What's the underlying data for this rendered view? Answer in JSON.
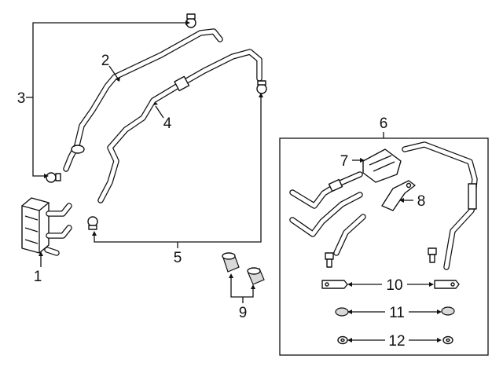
{
  "diagram": {
    "callouts": [
      {
        "id": "1",
        "label": "1"
      },
      {
        "id": "2",
        "label": "2"
      },
      {
        "id": "3",
        "label": "3"
      },
      {
        "id": "4",
        "label": "4"
      },
      {
        "id": "5",
        "label": "5"
      },
      {
        "id": "6",
        "label": "6"
      },
      {
        "id": "7",
        "label": "7"
      },
      {
        "id": "8",
        "label": "8"
      },
      {
        "id": "9",
        "label": "9"
      },
      {
        "id": "10",
        "label": "10"
      },
      {
        "id": "11",
        "label": "11"
      },
      {
        "id": "12",
        "label": "12"
      }
    ],
    "parts": [
      {
        "callout": "1",
        "name": "oil-cooler"
      },
      {
        "callout": "2",
        "name": "upper-cooler-tube"
      },
      {
        "callout": "3",
        "name": "hose-clamps"
      },
      {
        "callout": "4",
        "name": "lower-cooler-tube"
      },
      {
        "callout": "5",
        "name": "hose-clamps"
      },
      {
        "callout": "6",
        "name": "tube-kit"
      },
      {
        "callout": "7",
        "name": "bracket"
      },
      {
        "callout": "8",
        "name": "bracket"
      },
      {
        "callout": "9",
        "name": "insulators"
      },
      {
        "callout": "10",
        "name": "clips"
      },
      {
        "callout": "11",
        "name": "seals"
      },
      {
        "callout": "12",
        "name": "washers"
      }
    ]
  }
}
